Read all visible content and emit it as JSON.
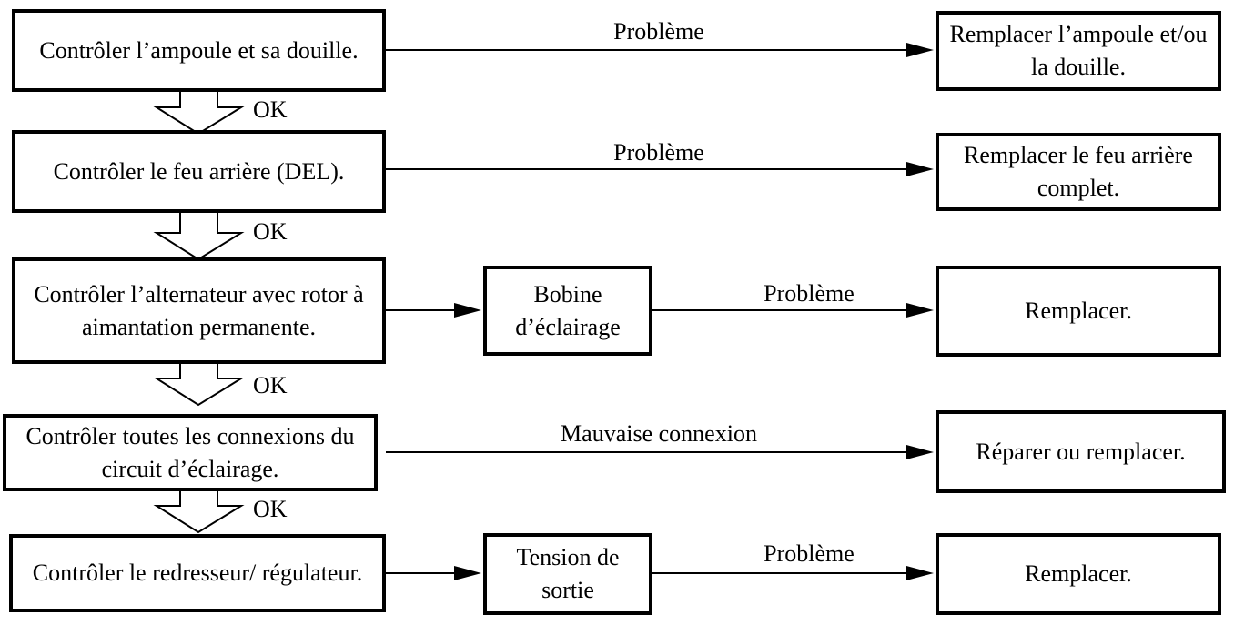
{
  "rows": [
    {
      "check": "Contrôler l’ampoule et sa douille.",
      "condition": "Problème",
      "action": "Remplacer l’ampoule et/ou la douille."
    },
    {
      "check": "Contrôler le feu arrière (DEL).",
      "condition": "Problème",
      "action": "Remplacer le feu arrière complet."
    },
    {
      "check": "Contrôler l’alternateur avec rotor à aimantation permanente.",
      "intermediate": "Bobine d’éclairage",
      "condition": "Problème",
      "action": "Remplacer."
    },
    {
      "check": "Contrôler toutes les connexions du circuit d’éclairage.",
      "condition": "Mauvaise connexion",
      "action": "Réparer ou remplacer."
    },
    {
      "check": "Contrôler le redresseur/ régulateur.",
      "intermediate": "Tension de sortie",
      "condition": "Problème",
      "action": "Remplacer."
    }
  ],
  "ok_labels": [
    "OK",
    "OK",
    "OK",
    "OK"
  ]
}
